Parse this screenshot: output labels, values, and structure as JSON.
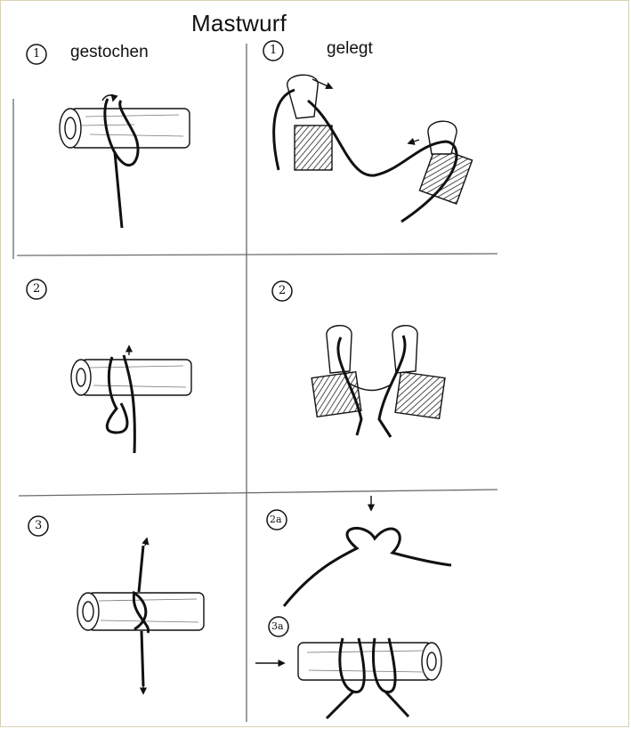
{
  "title": "Mastwurf",
  "columns": {
    "left": "gestochen",
    "right": "gelegt"
  },
  "steps": {
    "left": [
      "1",
      "2",
      "3"
    ],
    "right": [
      "1",
      "2",
      "2a",
      "3a"
    ]
  }
}
